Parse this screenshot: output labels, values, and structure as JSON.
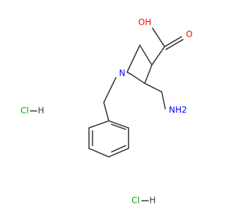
{
  "structure": {
    "atoms": {
      "oh": "OH",
      "o": "O",
      "n": "N",
      "nh2": "NH2",
      "cl_left": "Cl",
      "h_left": "H",
      "cl_right": "Cl",
      "h_right": "H"
    }
  },
  "colors": {
    "bond": "#3a3a3a",
    "oxygen": "#ff0000",
    "nitrogen": "#0000ff",
    "chlorine": "#00aa00",
    "hydrogen": "#3a3a3a"
  }
}
